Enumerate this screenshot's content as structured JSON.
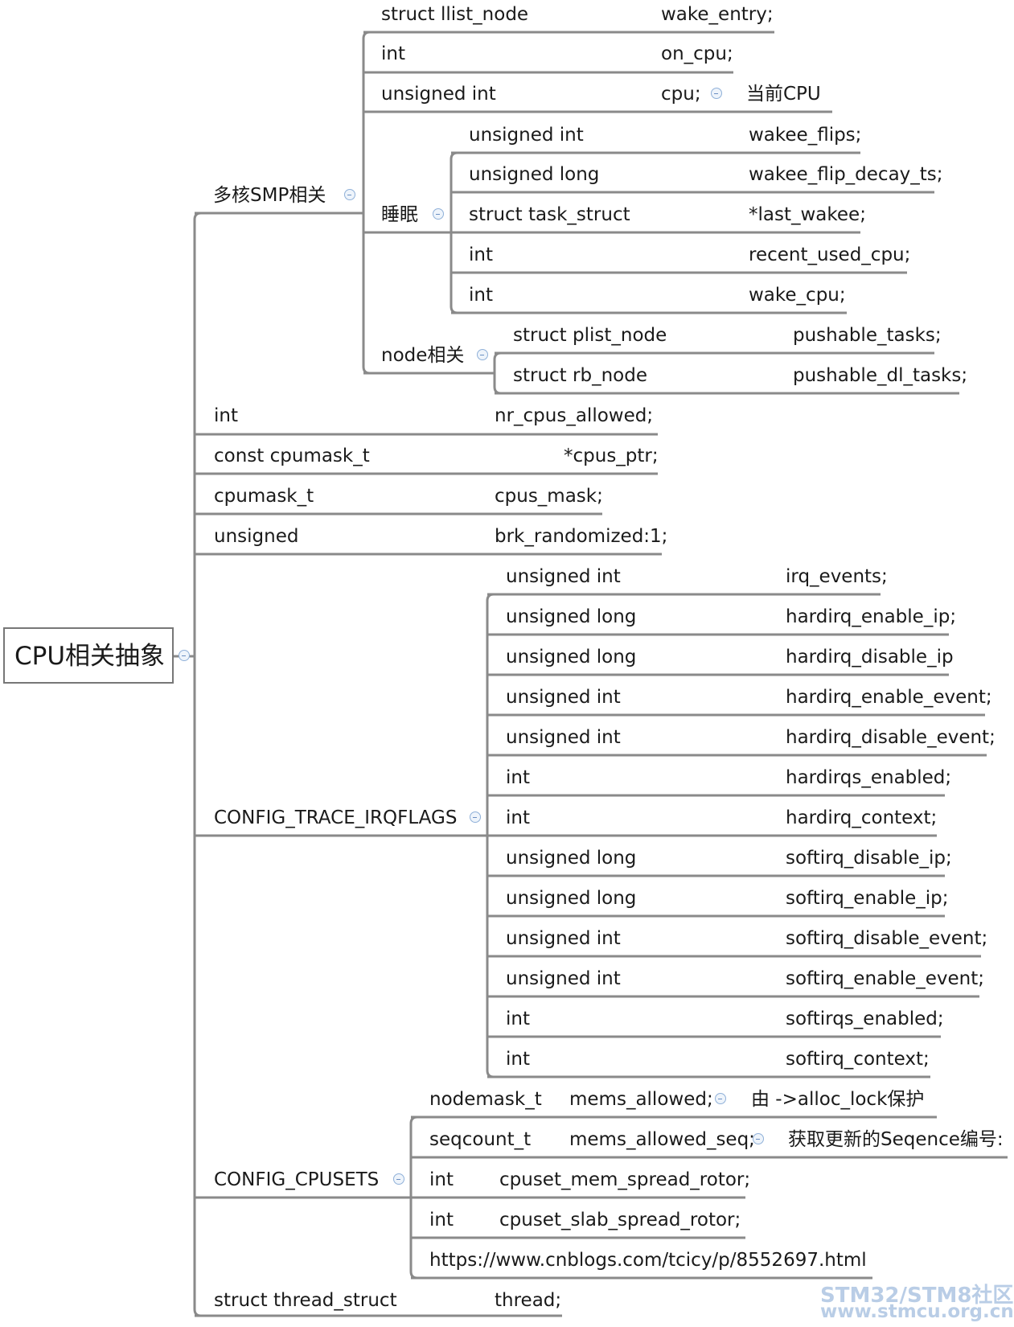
{
  "root": {
    "label": "CPU相关抽象"
  },
  "smp": {
    "label": "多核SMP相关",
    "fields": [
      {
        "type": "struct llist_node",
        "name": "wake_entry;"
      },
      {
        "type": "int",
        "name": "on_cpu;"
      },
      {
        "type": "unsigned int",
        "name": "cpu;",
        "note": "当前CPU"
      }
    ],
    "sleep": {
      "label": "睡眠",
      "fields": [
        {
          "type": "unsigned int",
          "name": "wakee_flips;"
        },
        {
          "type": "unsigned long",
          "name": "wakee_flip_decay_ts;"
        },
        {
          "type": "struct task_struct",
          "name": "*last_wakee;"
        },
        {
          "type": "int",
          "name": "recent_used_cpu;"
        },
        {
          "type": "int",
          "name": "wake_cpu;"
        }
      ]
    },
    "node": {
      "label": "node相关",
      "fields": [
        {
          "type": "struct plist_node",
          "name": "pushable_tasks;"
        },
        {
          "type": "struct rb_node",
          "name": "pushable_dl_tasks;"
        }
      ]
    }
  },
  "plain": [
    {
      "type": "int",
      "name": "nr_cpus_allowed;"
    },
    {
      "type": "const cpumask_t",
      "name": "*cpus_ptr;"
    },
    {
      "type": "cpumask_t",
      "name": "cpus_mask;"
    },
    {
      "type": "unsigned",
      "name": "brk_randomized:1;"
    }
  ],
  "irq": {
    "label": "CONFIG_TRACE_IRQFLAGS",
    "fields": [
      {
        "type": "unsigned int",
        "name": "irq_events;"
      },
      {
        "type": "unsigned long",
        "name": "hardirq_enable_ip;"
      },
      {
        "type": "unsigned long",
        "name": "hardirq_disable_ip"
      },
      {
        "type": "unsigned int",
        "name": "hardirq_enable_event;"
      },
      {
        "type": "unsigned int",
        "name": "hardirq_disable_event;"
      },
      {
        "type": "int",
        "name": "hardirqs_enabled;"
      },
      {
        "type": "int",
        "name": "hardirq_context;"
      },
      {
        "type": "unsigned long",
        "name": "softirq_disable_ip;"
      },
      {
        "type": "unsigned long",
        "name": "softirq_enable_ip;"
      },
      {
        "type": "unsigned int",
        "name": "softirq_disable_event;"
      },
      {
        "type": "unsigned int",
        "name": "softirq_enable_event;"
      },
      {
        "type": "int",
        "name": "softirqs_enabled;"
      },
      {
        "type": "int",
        "name": "softirq_context;"
      }
    ]
  },
  "cpusets": {
    "label": "CONFIG_CPUSETS",
    "fields": [
      {
        "type": "nodemask_t",
        "name": "mems_allowed;",
        "note": "由 ->alloc_lock保护"
      },
      {
        "type": "seqcount_t",
        "name": "mems_allowed_seq;",
        "note": "获取更新的Seqence编号:"
      },
      {
        "type": "int",
        "name": "cpuset_mem_spread_rotor;"
      },
      {
        "type": "int",
        "name": "cpuset_slab_spread_rotor;"
      },
      {
        "type": "",
        "name": "https://www.cnblogs.com/tcicy/p/8552697.html"
      }
    ]
  },
  "thread": {
    "type": "struct thread_struct",
    "name": "thread;"
  },
  "watermark": {
    "line1": "STM32/STM8社区",
    "line2": "www.stmcu.org.cn"
  }
}
